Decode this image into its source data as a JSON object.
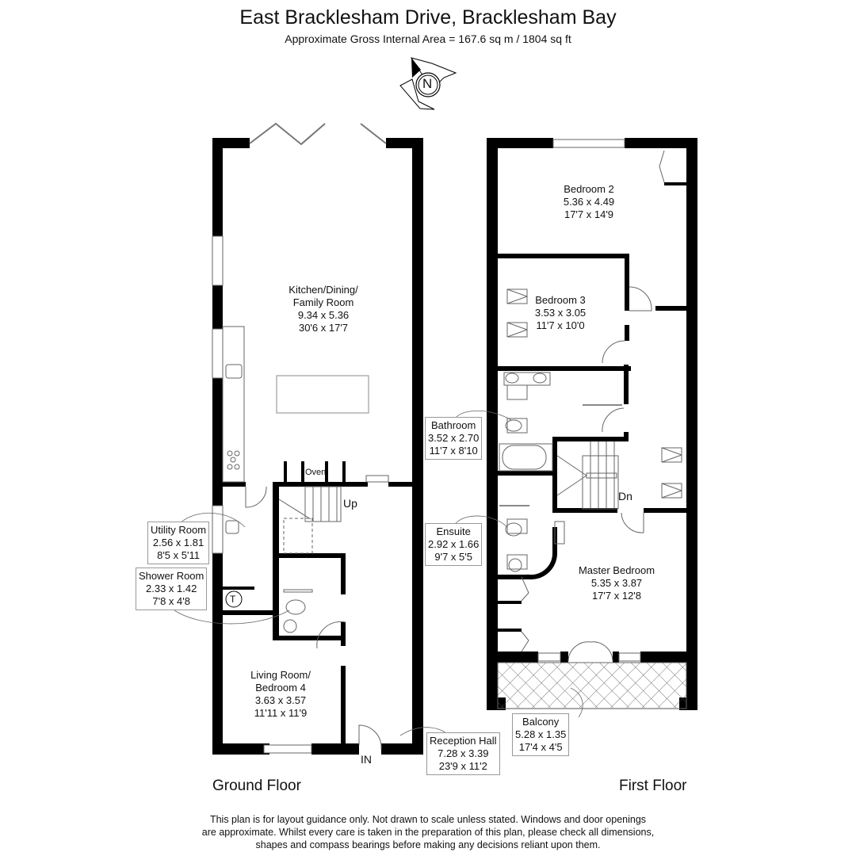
{
  "header": {
    "title": "East Bracklesham Drive, Bracklesham Bay",
    "subtitle": "Approximate Gross Internal Area = 167.6 sq m / 1804 sq ft"
  },
  "compass": {
    "label": "N",
    "icon": "compass-north-icon"
  },
  "ground_floor": {
    "label": "Ground Floor",
    "rooms": [
      {
        "name": "Kitchen/Dining/",
        "name2": "Family Room",
        "metric": "9.34 x 5.36",
        "imperial": "30'6 x 17'7"
      },
      {
        "name": "Utility Room",
        "metric": "2.56 x 1.81",
        "imperial": "8'5 x 5'11"
      },
      {
        "name": "Shower Room",
        "metric": "2.33 x 1.42",
        "imperial": "7'8 x 4'8"
      },
      {
        "name": "Living Room/",
        "name2": "Bedroom 4",
        "metric": "3.63 x 3.57",
        "imperial": "11'11 x 11'9"
      },
      {
        "name": "Reception Hall",
        "metric": "7.28 x 3.39",
        "imperial": "23'9 x 11'2"
      }
    ],
    "annotations": {
      "oven": "Oven",
      "stairs_up": "Up",
      "tank": "T",
      "entrance": "IN"
    }
  },
  "first_floor": {
    "label": "First Floor",
    "rooms": [
      {
        "name": "Bedroom 2",
        "metric": "5.36 x 4.49",
        "imperial": "17'7 x 14'9"
      },
      {
        "name": "Bedroom 3",
        "metric": "3.53 x 3.05",
        "imperial": "11'7 x 10'0"
      },
      {
        "name": "Bathroom",
        "metric": "3.52 x 2.70",
        "imperial": "11'7 x 8'10"
      },
      {
        "name": "Ensuite",
        "metric": "2.92 x 1.66",
        "imperial": "9'7 x 5'5"
      },
      {
        "name": "Master Bedroom",
        "metric": "5.35 x 3.87",
        "imperial": "17'7 x 12'8"
      },
      {
        "name": "Balcony",
        "metric": "5.28 x 1.35",
        "imperial": "17'4 x 4'5"
      }
    ],
    "annotations": {
      "stairs_down": "Dn"
    }
  },
  "disclaimer": [
    "This plan is for layout guidance only. Not drawn to scale unless stated. Windows and door openings",
    "are approximate. Whilst every care is taken in the preparation of this plan, please check all dimensions,",
    "shapes and compass bearings before making any decisions reliant upon them."
  ]
}
